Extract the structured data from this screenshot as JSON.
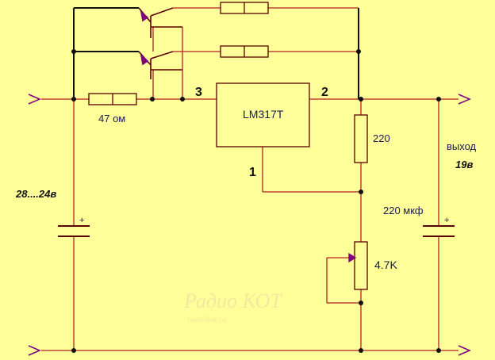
{
  "schematic": {
    "ic_label": "LM317T",
    "pin_in": "3",
    "pin_out": "2",
    "pin_adj": "1",
    "r_in": "47 ом",
    "r_top": "220",
    "cap_out": "220 мкф",
    "pot": "4.7K",
    "in_voltage": "28....24в",
    "out_label": "выход",
    "out_voltage": "19в",
    "plus": "+",
    "watermark_title": "Радио КОТ",
    "watermark_url": "radiokot.ru"
  },
  "colors": {
    "background": "#ffff99",
    "wire": "#b22222",
    "component": "#5a0000",
    "accent": "#800080"
  }
}
